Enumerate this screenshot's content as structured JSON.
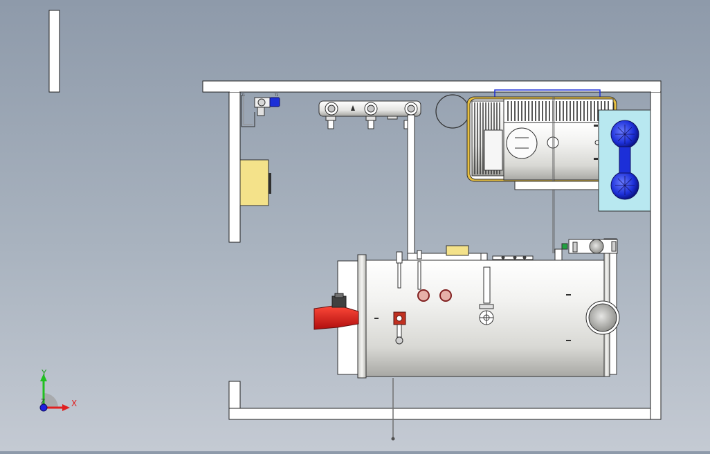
{
  "viewport": {
    "background_top": "#8e9aaa",
    "background_bottom": "#c4cad3"
  },
  "triad": {
    "y_label": "Y",
    "x_label": "X",
    "z_label": "Z",
    "x_color": "#e02020",
    "y_color": "#20c020",
    "z_color": "#2020e0"
  },
  "model": {
    "wall_color": "#ffffff",
    "outline_color": "#202020",
    "burner_color": "#e01818",
    "tank_color": "#1c2fd8",
    "tank_base_color": "#b8e8f0",
    "panel_color": "#f4e28a",
    "valve_color": "#c03020",
    "shell_icon": "cylindrical-boiler-shell"
  }
}
